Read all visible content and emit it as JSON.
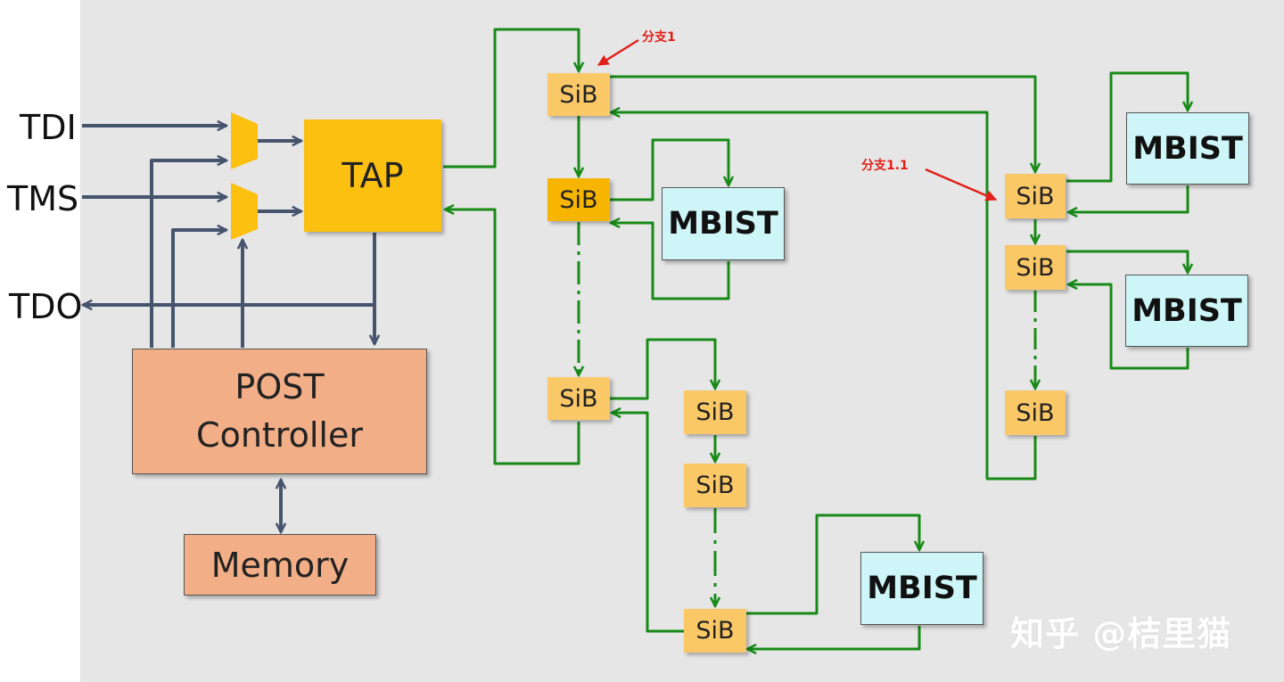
{
  "ports": {
    "tdi": "TDI",
    "tms": "TMS",
    "tdo": "TDO"
  },
  "tap": {
    "label": "TAP"
  },
  "post_controller": {
    "line1": "POST",
    "line2": "Controller"
  },
  "memory": {
    "label": "Memory"
  },
  "sib_label": "SiB",
  "mbist_label": "MBIST",
  "annotations": {
    "branch_1": "分支1",
    "branch_1_1": "分支1.1"
  },
  "watermark": "知乎 @桔里猫",
  "colors": {
    "panel_background": "#e6e6e6",
    "tap_fill": "#fcc010",
    "controller_fill": "#f2ae86",
    "sib_fill": "#fbc868",
    "mbist_fill": "#cef6f8",
    "scan_wire": "#188a18",
    "control_wire": "#46546e",
    "annotation": "#e0201a"
  }
}
